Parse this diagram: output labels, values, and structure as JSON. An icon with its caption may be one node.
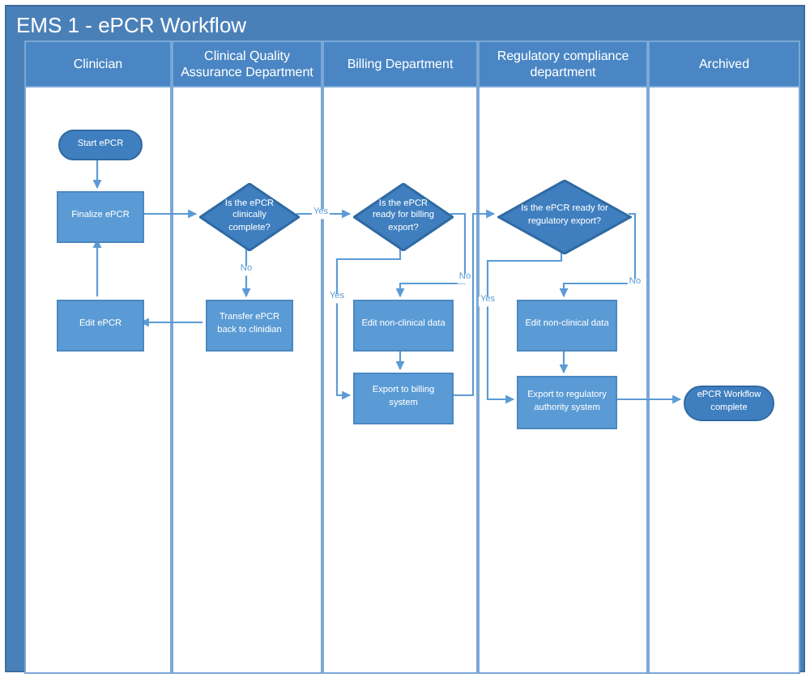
{
  "diagram": {
    "title": "EMS 1 - ePCR Workflow",
    "nodes": [
      {
        "text": [],
        "shape": "box"
      },
      {
        "text": [
          "Clinician"
        ],
        "in": 0
      },
      {
        "text": [
          "Clinical Quality Assurance Department"
        ],
        "in": 0
      },
      {
        "text": [
          "Billing Department"
        ],
        "in": 0
      },
      {
        "text": [
          "Regulatory compliance department"
        ],
        "in": 0
      },
      {
        "text": [
          "Archived"
        ],
        "in": 0
      },
      {
        "text": [
          "Start ePCR"
        ],
        "in": 1
      },
      {
        "text": [
          "Finalize ePCR"
        ],
        "in": 1
      },
      {
        "text": [
          "Is the ePCR clinically complete?"
        ],
        "in": 2
      },
      {
        "text": [
          "Transfer ePCR back to clinidian"
        ],
        "in": 2
      },
      {
        "text": [
          "Edit ePCR"
        ],
        "in": 1
      },
      {
        "text": [
          "Is the ePCR ready for billing export?"
        ],
        "in": 3
      },
      {
        "text": [
          "Edit non-clinical data"
        ],
        "in": 3
      },
      {
        "text": [
          "Export to billing system"
        ],
        "in": 3
      },
      {
        "text": [
          "Is the ePCR ready for regulatory export?"
        ],
        "in": 4
      },
      {
        "text": [
          "Edit non-clinical data"
        ],
        "in": 4
      },
      {
        "text": [
          "Export to regulatory authority system"
        ],
        "in": 4
      },
      {
        "text": [
          "ePCR Workflow complete"
        ],
        "in": 5
      }
    ],
    "edges": [
      {
        "from": 6,
        "to": 7,
        "arrow": "to"
      },
      {
        "from": 7,
        "to": 8,
        "arrow": "to"
      },
      {
        "from": 8,
        "to": 11,
        "arrow": "to",
        "label": "Yes"
      },
      {
        "from": 8,
        "to": 9,
        "arrow": "to",
        "label": "No"
      },
      {
        "from": 9,
        "to": 10,
        "arrow": "to"
      },
      {
        "from": 10,
        "to": 7,
        "arrow": "to"
      },
      {
        "from": 11,
        "to": 12,
        "arrow": "to",
        "label": "No"
      },
      {
        "from": 11,
        "to": 13,
        "arrow": "to",
        "label": "Yes"
      },
      {
        "from": 12,
        "to": 13,
        "arrow": "to"
      },
      {
        "from": 13,
        "to": 14,
        "arrow": "to"
      },
      {
        "from": 14,
        "to": 15,
        "arrow": "to",
        "label": "No"
      },
      {
        "from": 14,
        "to": 16,
        "arrow": "to",
        "label": "Yes"
      },
      {
        "from": 15,
        "to": 16,
        "arrow": "to"
      },
      {
        "from": 16,
        "to": 17,
        "arrow": "to"
      }
    ]
  }
}
